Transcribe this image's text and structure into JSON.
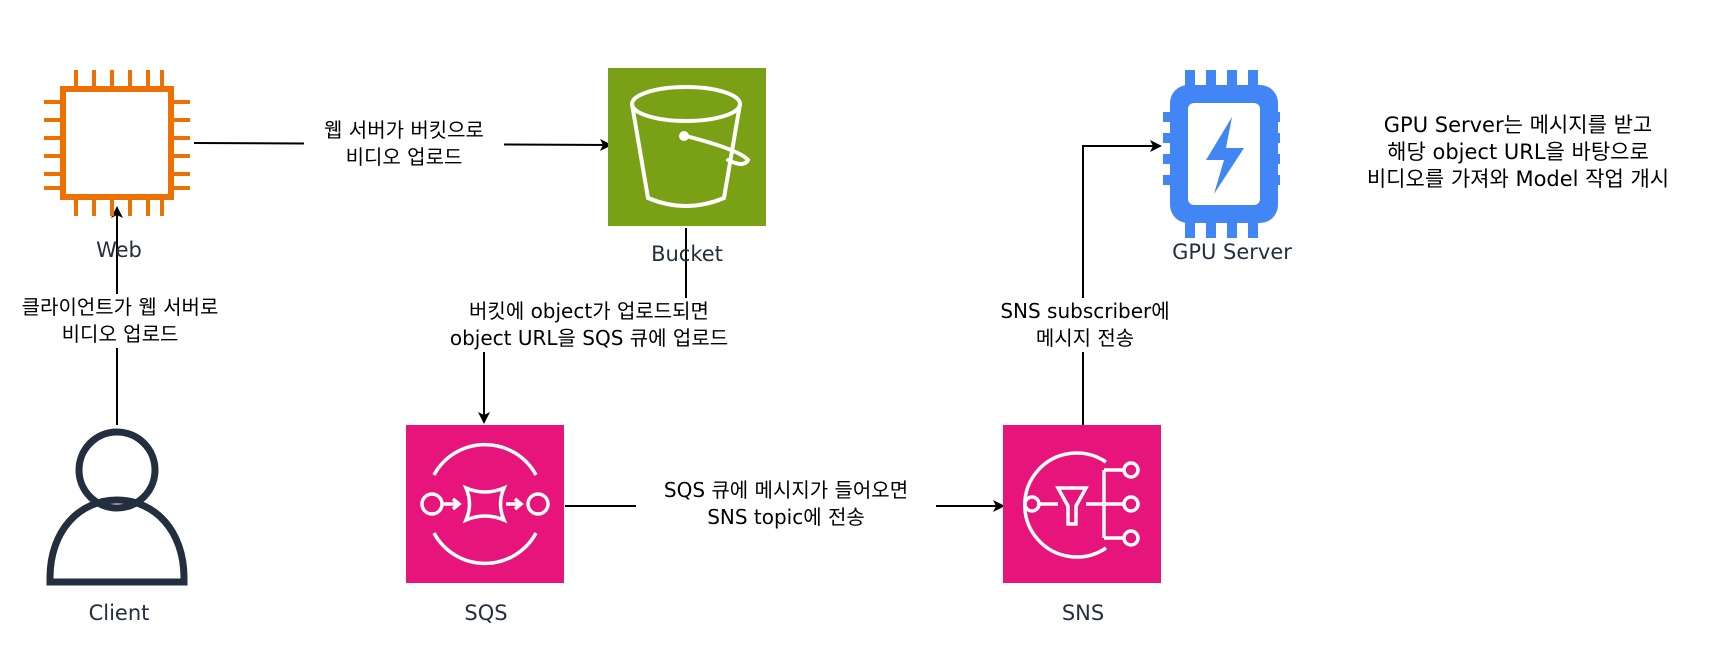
{
  "nodes": {
    "web": {
      "label": "Web"
    },
    "bucket": {
      "label": "Bucket"
    },
    "gpu": {
      "label": "GPU Server"
    },
    "client": {
      "label": "Client"
    },
    "sqs": {
      "label": "SQS"
    },
    "sns": {
      "label": "SNS"
    }
  },
  "edges": {
    "client_to_web": [
      "클라이언트가 웹 서버로",
      "비디오 업로드"
    ],
    "web_to_bucket": [
      "웹 서버가 버킷으로",
      "비디오 업로드"
    ],
    "bucket_to_sqs": [
      "버킷에 object가 업로드되면",
      "object URL을 SQS 큐에 업로드"
    ],
    "sqs_to_sns": [
      "SQS 큐에 메시지가 들어오면",
      "SNS topic에 전송"
    ],
    "sns_to_gpu": [
      "SNS subscriber에",
      "메시지 전송"
    ]
  },
  "note": [
    "GPU Server는 메시지를 받고",
    "해당 object URL을 바탕으로",
    "비디오를 가져와 Model 작업 개시"
  ],
  "colors": {
    "ec2_orange": "#ed7100",
    "s3_green": "#7aa116",
    "app_integration_pink": "#e7157b",
    "gpu_blue": "#4285f4",
    "client_dark": "#232f3e",
    "text_dark": "#232f3e"
  },
  "icons": {
    "web": "ec2-instance-chip-icon",
    "bucket": "s3-bucket-icon",
    "gpu": "gpu-chip-lightning-icon",
    "client": "user-icon",
    "sqs": "sqs-queue-icon",
    "sns": "sns-topic-icon"
  }
}
